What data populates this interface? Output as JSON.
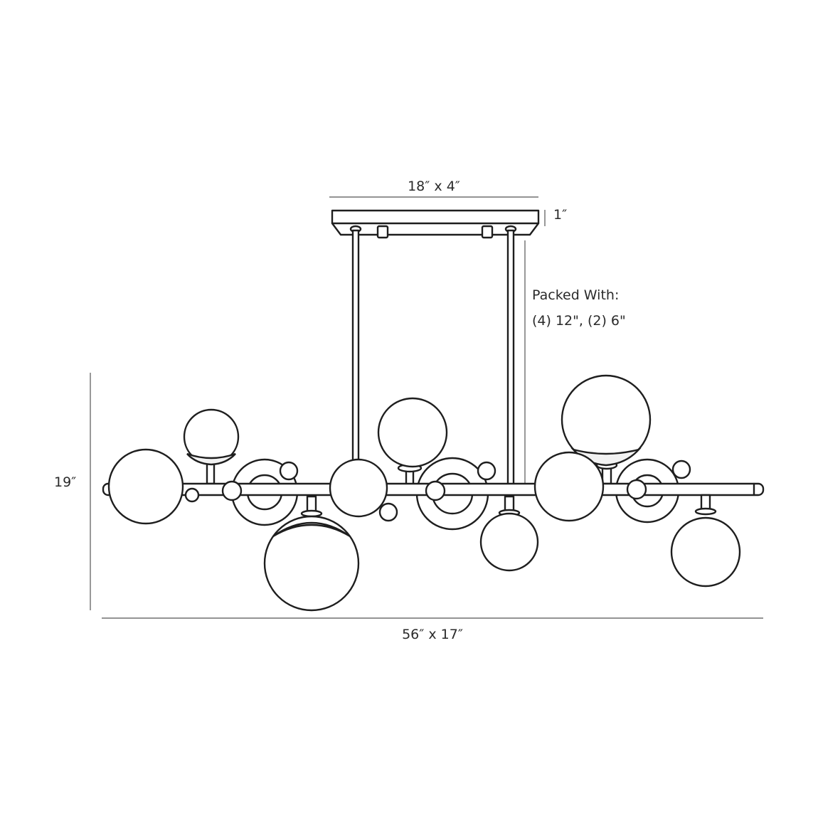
{
  "dimensions": {
    "canopy": "18″ x 4″",
    "canopy_height": "1″",
    "overall_height": "19″",
    "overall_width_depth": "56″ x 17″"
  },
  "notes": {
    "packed_title": "Packed With:",
    "packed_rods": "(4) 12\", (2) 6\""
  },
  "colors": {
    "line": "#1e1e1e",
    "dimension_line": "#555555",
    "background": "#ffffff"
  }
}
